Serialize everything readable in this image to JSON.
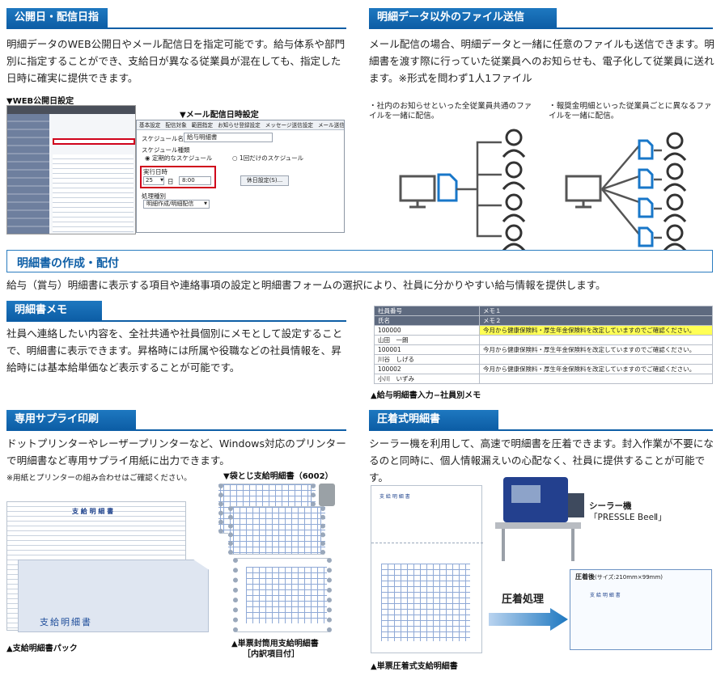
{
  "web": {
    "header": "公開日・配信日指定",
    "body": "明細データのWEB公開日やメール配信日を指定可能です。給与体系や部門別に指定することができ、支給日が異なる従業員が混在しても、指定した日時に確実に提供できます。",
    "cap_web": "▼WEB公開日設定",
    "cap_mail": "▼メール配信日時設定",
    "tabs": [
      "基本設定",
      "配信対象",
      "範囲指定",
      "お知らせ登録設定",
      "メッセージ送信設定",
      "メール送信設定"
    ],
    "schedule_name_label": "スケジュール名",
    "schedule_name_value": "給与明細書",
    "schedule_type_label": "スケジュール種類",
    "schedule_regular": "定期的なスケジュール",
    "schedule_once": "1回だけのスケジュール",
    "exec_day_label": "実行日時",
    "exec_day_value": "25",
    "exec_day_unit": "日",
    "exec_time_value": "8:00",
    "holiday_button": "休日設定(S)...",
    "process_label": "処理種別",
    "process_value": "明細作成/明細配信"
  },
  "file": {
    "header": "明細データ以外のファイル送信",
    "body": "メール配信の場合、明細データと一緒に任意のファイルも送信できます。明細書を渡す際に行っていた従業員へのお知らせも、電子化して従業員に送れます。※形式を問わず1人1ファイル",
    "note_left": "・社内のお知らせといった全従業員共通のファイルを一緒に配信。",
    "note_right": "・報奨金明細といった従業員ごとに異なるファイルを一緒に配信。"
  },
  "band": {
    "title": "明細書の作成・配付",
    "body": "給与（賞与）明細書に表示する項目や連絡事項の設定と明細書フォームの選択により、社員に分かりやすい給与情報を提供します。"
  },
  "memo": {
    "header": "明細書メモ",
    "body": "社員へ連絡したい内容を、全社共通や社員個別にメモとして設定することで、明細書に表示できます。昇格時には所属や役職などの社員情報を、昇給時には基本給単価など表示することが可能です。",
    "caption": "▲給与明細書入力−社員別メモ",
    "table_head": [
      [
        "社員番号",
        "メモ１"
      ],
      [
        "氏名",
        "メモ２"
      ]
    ],
    "rows": [
      {
        "code": "100000",
        "name": "山田　一朗",
        "memo": "今月から健康保険料・厚生年金保険料を改定していますのでご確認ください。"
      },
      {
        "code": "100001",
        "name": "川谷　しげる",
        "memo": "今月から健康保険料・厚生年金保険料を改定していますのでご確認ください。"
      },
      {
        "code": "100002",
        "name": "小川　いずみ",
        "memo": "今月から健康保険料・厚生年金保険料を改定していますのでご確認ください。"
      }
    ]
  },
  "supply": {
    "header": "専用サプライ印刷",
    "body": "ドットプリンターやレーザープリンターなど、Windows対応のプリンターで明細書など専用サプライ用紙に出力できます。",
    "note": "※用紙とプリンターの組み合わせはご確認ください。",
    "cap_bag_top": "▼袋とじ支給明細書（6002）",
    "cap_pack": "▲支給明細書パック",
    "cap_single_1": "▲単票封筒用支給明細書",
    "cap_single_2": "［内訳項目付］",
    "envelope_text": "支給明細書",
    "form_title": "支 給 明 細 書"
  },
  "seal": {
    "header": "圧着式明細書",
    "body": "シーラー機を利用して、高速で明細書を圧着できます。封入作業が不要になるのと同時に、個人情報漏えいの心配なく、社員に提供することが可能です。",
    "machine_label_1": "シーラー機",
    "machine_label_2": "「PRESSLE BeeⅡ」",
    "process_label": "圧着処理",
    "after_label": "圧着後",
    "after_size": "(サイズ:210mm×99mm)",
    "form_title": "支 給 明 細 書",
    "caption": "▲単票圧着式支給明細書"
  },
  "colors": {
    "accent": "#0d5ea6",
    "highlight": "#ffff55",
    "alert": "#d0021b"
  }
}
